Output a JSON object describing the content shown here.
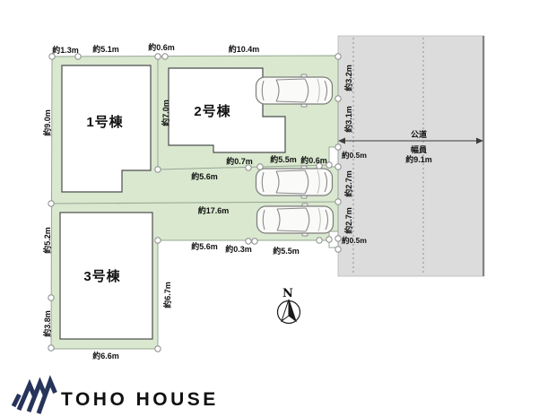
{
  "plan": {
    "buildings": [
      {
        "label": "1号棟"
      },
      {
        "label": "2号棟"
      },
      {
        "label": "3号棟"
      }
    ],
    "dims": {
      "t1": "約1.3m",
      "t2": "約5.1m",
      "t3": "約0.6m",
      "t4": "約10.4m",
      "l1": "約9.0m",
      "l2": "約5.2m",
      "l3": "約3.8m",
      "v70": "約7.0m",
      "r1": "約3.2m",
      "r2": "約3.1m",
      "r3": "約0.5m",
      "r4": "約2.7m",
      "r5": "約2.7m",
      "r6": "約0.5m",
      "a1": "約5.6m",
      "a2": "約0.7m",
      "a3": "約5.5m",
      "a4": "約0.6m",
      "b1": "約17.6m",
      "c1": "約5.6m",
      "c2": "約0.3m",
      "c3": "約5.5m",
      "p3r": "約6.7m",
      "p3b": "約6.6m"
    },
    "road": {
      "name": "公道",
      "width_label": "幅員",
      "width_value": "約9.1m"
    },
    "compass": {
      "label": "N"
    },
    "logo": {
      "text": "TOHO HOUSE"
    },
    "colors": {
      "site_green": "#d9e8cf",
      "road_gray": "#dcdcdd",
      "logo_navy": "#26335b",
      "building_white": "#ffffff"
    }
  }
}
